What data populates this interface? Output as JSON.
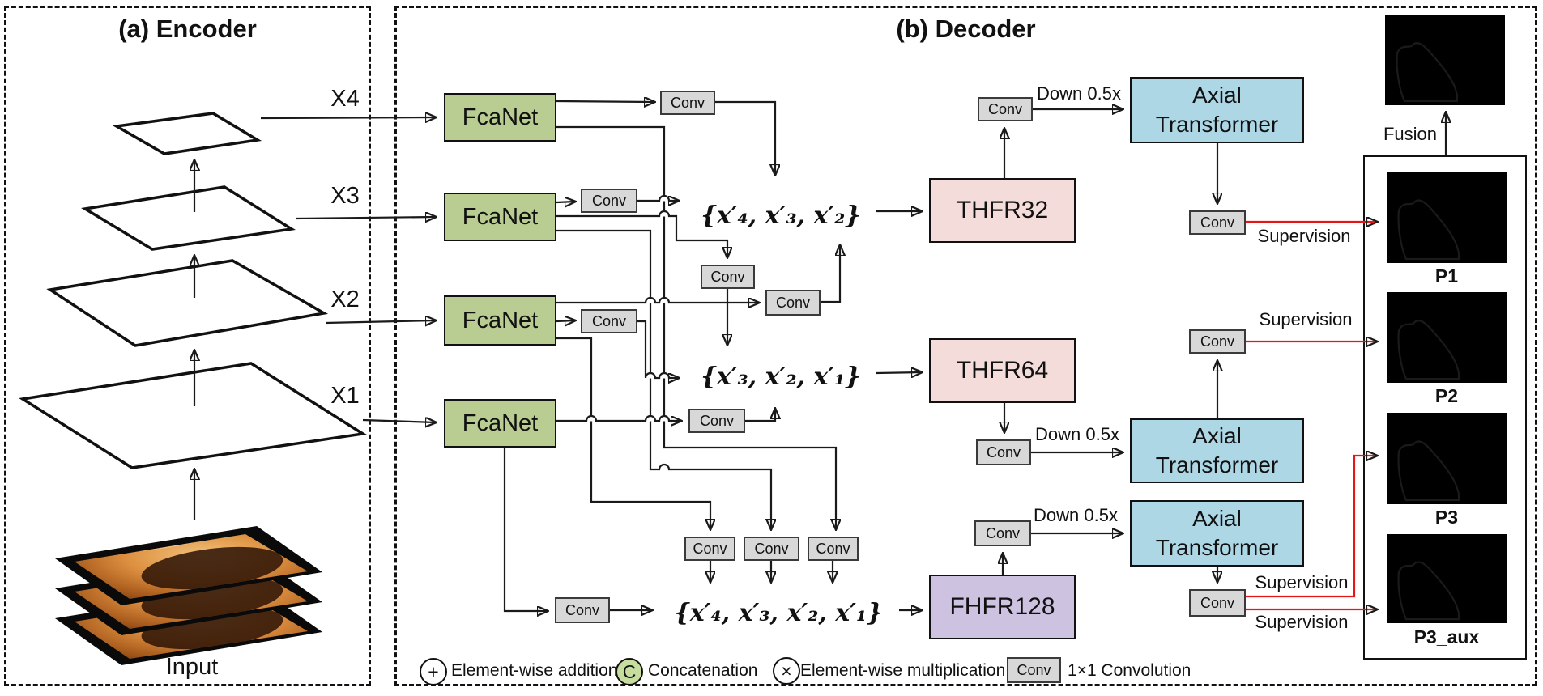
{
  "title_a": "(a) Encoder",
  "title_b": "(b) Decoder",
  "encoder": {
    "input_label": "Input",
    "layers": [
      "X4",
      "X3",
      "X2",
      "X1"
    ]
  },
  "blocks": {
    "fcanet": "FcaNet",
    "conv": "Conv",
    "thfr32": "THFR32",
    "thfr64": "THFR64",
    "fhfr128": "FHFR128",
    "axial": "Axial Transformer"
  },
  "sets": {
    "s1": "{x′₄, x′₃, x′₂}",
    "s2": "{x′₃, x′₂, x′₁}",
    "s3": "{x′₄, x′₃, x′₂, x′₁}"
  },
  "labels": {
    "down": "Down 0.5x",
    "supervision": "Supervision",
    "fusion": "Fusion"
  },
  "outputs": {
    "p1": "P1",
    "p2": "P2",
    "p3": "P3",
    "p3_aux": "P3_aux"
  },
  "legend": [
    {
      "symbol": "+",
      "label": "Element-wise addition"
    },
    {
      "symbol": "C",
      "label": "Concatenation"
    },
    {
      "symbol": "×",
      "label": "Element-wise multiplication"
    },
    {
      "symbol": "Conv",
      "label": "1×1 Convolution"
    }
  ],
  "colors": {
    "fcanet": "#b9cc92",
    "conv_fill": "#d8d8d8",
    "conv_border": "#3a3a3a",
    "thfr": "#f3dcda",
    "fhfr": "#cdc2df",
    "axial": "#aed7e6",
    "legend_c": "#c7dc9f",
    "red": "#e51616",
    "line": "#1a1a1a"
  }
}
